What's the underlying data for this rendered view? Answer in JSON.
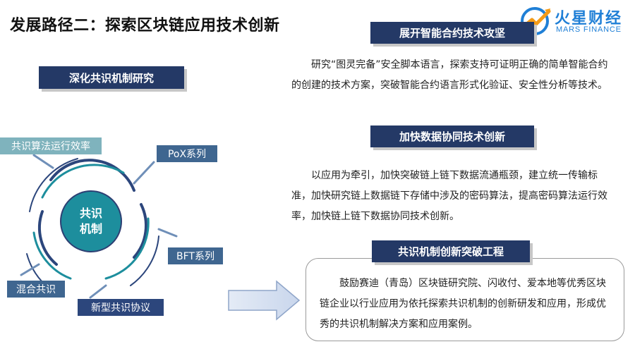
{
  "slide": {
    "title": "发展路径二：探索区块链应用技术创新",
    "logo": {
      "cn": "火星财经",
      "en": "MARS FINANCE"
    }
  },
  "left": {
    "heading": "深化共识机制研究",
    "center": {
      "line1": "共识",
      "line2": "机制"
    },
    "labels": {
      "efficiency": "共识算法运行效率",
      "pox": "PoX系列",
      "bft": "BFT系列",
      "hybrid": "混合共识",
      "novel": "新型共识协议"
    }
  },
  "right": {
    "section1": {
      "heading": "展开智能合约技术攻坚",
      "text": "研究“图灵完备”安全脚本语言，探索支持可证明正确的简单智能合约的创建的技术方案，突破智能合约语言形式化验证、安全性分析等技术。"
    },
    "section2": {
      "heading": "加快数据协同技术创新",
      "text": "以应用为牵引，加快突破链上链下数据流通瓶颈，建立统一传输标准，加快研究链上数据链下存储中涉及的密码算法，提高密码算法运行效率，加快链上链下数据协同技术创新。"
    },
    "section3": {
      "heading": "共识机制创新突破工程",
      "text": "鼓励赛迪（青岛）区块链研究院、闪收付、爱本地等优秀区块链企业以行业应用为依托探索共识机制的创新研发和应用，形成优秀的共识机制解决方案和应用案例。"
    }
  },
  "colors": {
    "navy": "#243966",
    "teal": "#1d8e9d",
    "logo": "#1f7fd6"
  },
  "icons": {
    "logo": "mars-finance-logo-icon",
    "arrow": "right-arrow-icon"
  }
}
